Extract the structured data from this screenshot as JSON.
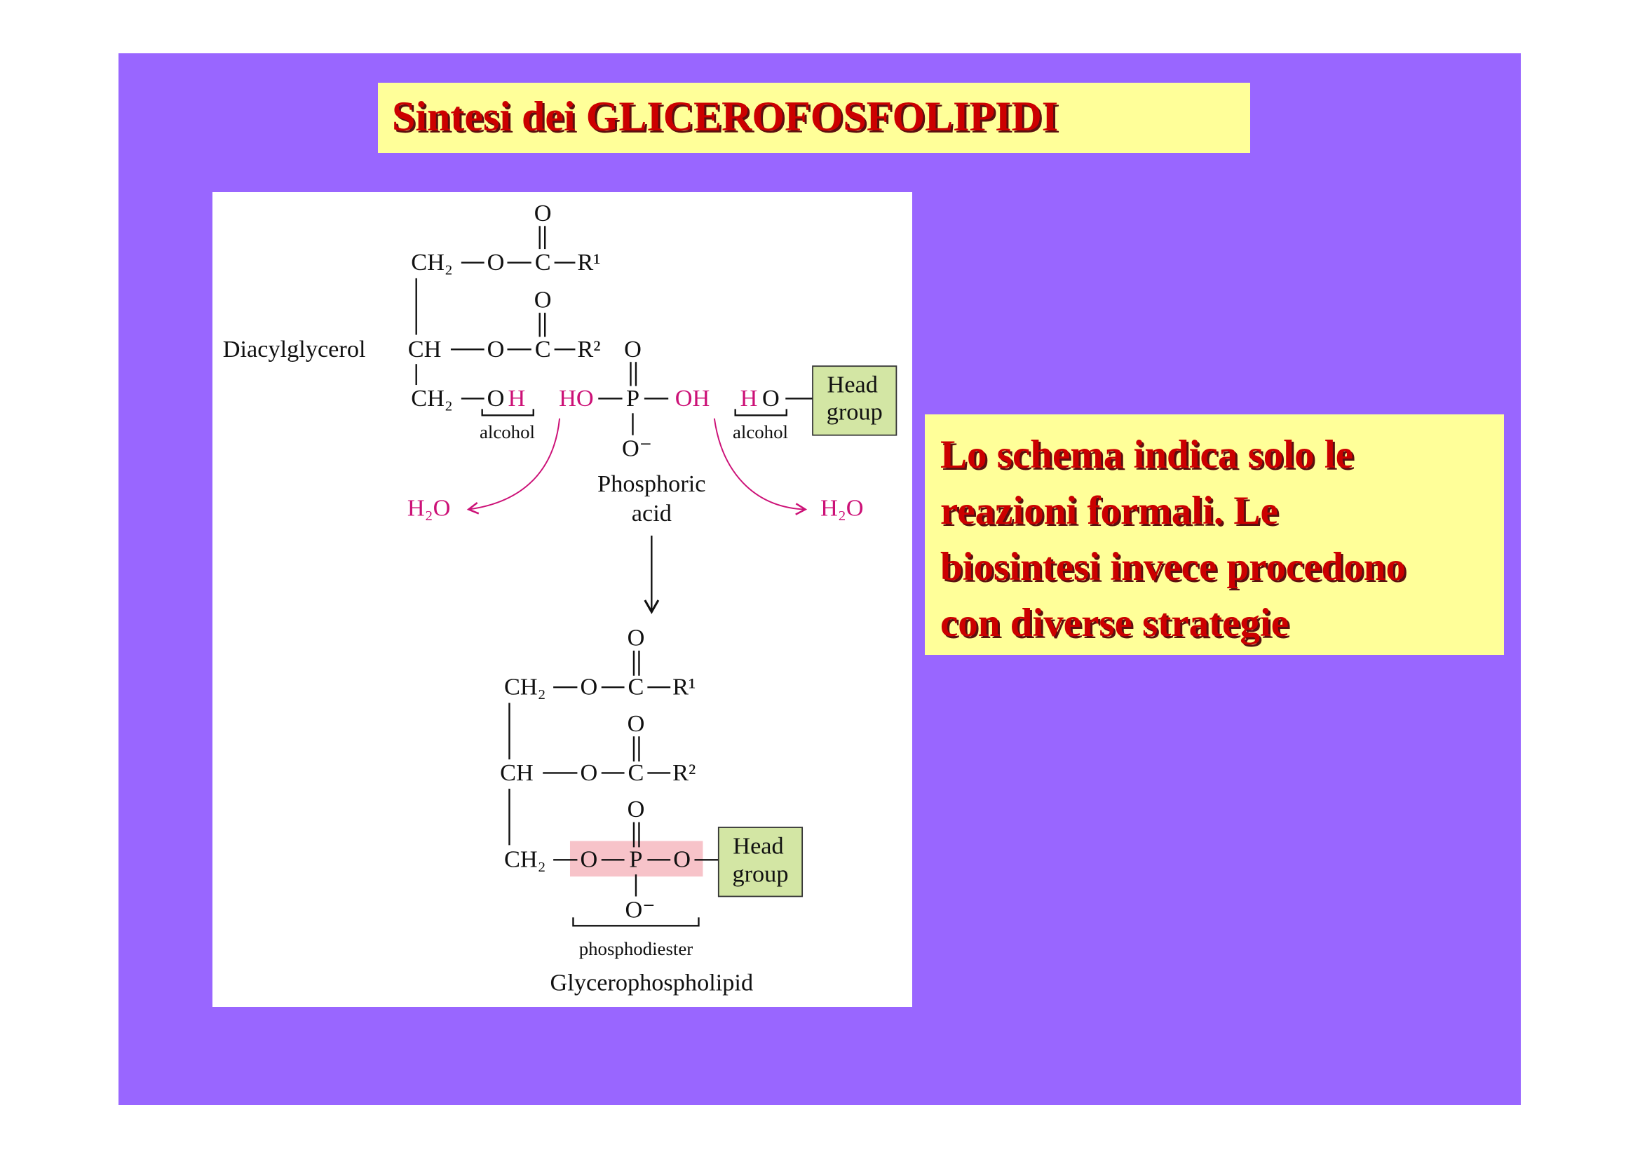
{
  "title": "Sintesi dei GLICEROFOSFOLIPIDI",
  "note_lines": [
    "Lo schema indica solo le",
    "reazioni formali. Le",
    "biosintesi invece procedono",
    "con diverse strategie"
  ],
  "colors": {
    "slide_bg": "#9966ff",
    "box_bg": "#ffff99",
    "text_red": "#cc0000",
    "highlight_pink": "#cc1177",
    "head_group_green": "#d3e6a4",
    "phosphodiester_pink": "#f7c3c9"
  },
  "diagram": {
    "atoms": {
      "CH2": "CH₂",
      "CH": "CH",
      "O": "O",
      "C": "C",
      "R1": "R¹",
      "R2": "R²",
      "P": "P",
      "O_minus": "O⁻",
      "H": "H",
      "HO": "HO",
      "OH": "OH"
    },
    "labels": {
      "diacylglycerol": "Diacylglycerol",
      "alcohol": "alcohol",
      "phosphoric": "Phosphoric",
      "acid": "acid",
      "head": "Head",
      "group": "group",
      "water": "H₂O",
      "phosphodiester": "phosphodiester",
      "glycerophospholipid": "Glycerophospholipid"
    }
  }
}
